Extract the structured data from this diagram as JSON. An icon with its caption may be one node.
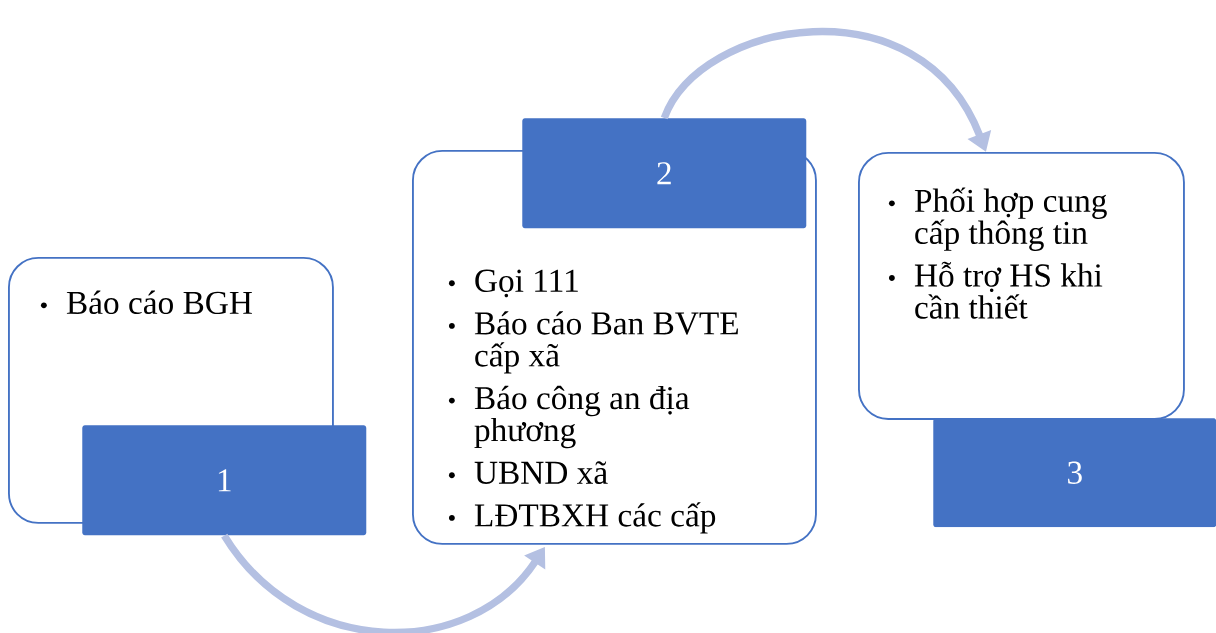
{
  "diagram": {
    "nodes": [
      {
        "text": [
          "Báo cáo BGH"
        ]
      },
      {
        "text": [
          "1"
        ]
      },
      {
        "text": [
          "Gọi 111",
          "Báo cáo Ban BVTE cấp xã",
          "Báo công an địa phương",
          "UBND xã",
          "LĐTBXH các cấp"
        ]
      },
      {
        "text": [
          "2"
        ]
      },
      {
        "text": [
          "Phối hợp cung cấp thông tin",
          "Hỗ trợ HS khi cần thiết"
        ]
      },
      {
        "text": [
          "3"
        ]
      }
    ],
    "edges": [
      {
        "from": 1,
        "to": 2,
        "arrow": "to"
      },
      {
        "from": 3,
        "to": 4,
        "arrow": "to"
      }
    ]
  }
}
